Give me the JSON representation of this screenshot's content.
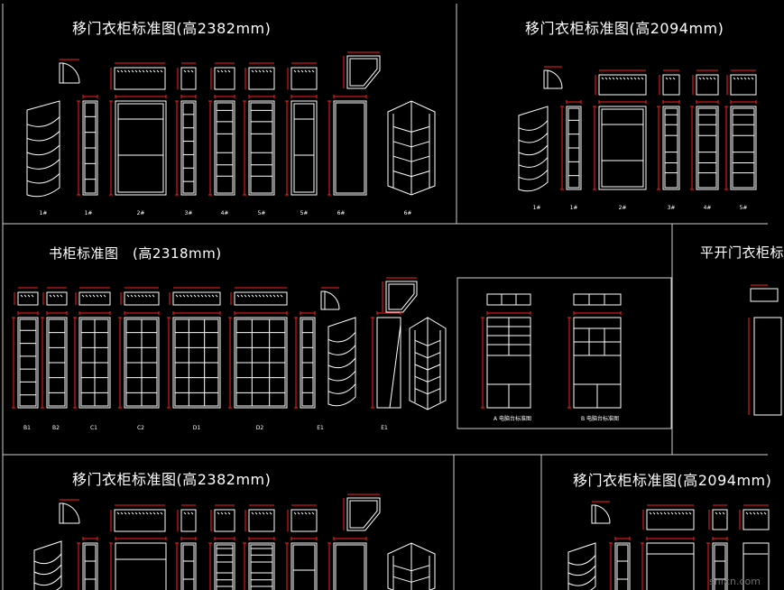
{
  "titles": {
    "p1": "移门衣柜标准图(高2382mm)",
    "p2": "移门衣柜标准图(高2094mm)",
    "p3": "书柜标准图　(高2318mm)",
    "p4": "平开门衣柜标",
    "p5": "移门衣柜标准图(高2382mm)",
    "p6": "移门衣柜标准图(高2094mm)"
  },
  "labels": {
    "p1": [
      "1#",
      "1#",
      "2#",
      "3#",
      "4#",
      "5#",
      "5#",
      "6#",
      "6#"
    ],
    "p2": [
      "1#",
      "1#",
      "2#",
      "3#",
      "4#",
      "5#"
    ],
    "p3": [
      "B1",
      "B2",
      "C1",
      "C2",
      "D1",
      "D2",
      "E1",
      "E1"
    ]
  },
  "inset_captions": [
    "A 电脑台标准图",
    "B 电脑台标准图"
  ],
  "watermark": "snrcn.com",
  "colors": {
    "background": "#000000",
    "line": "#ffffff",
    "dimension": "#ff2020",
    "frame": "#d0d0d0"
  }
}
